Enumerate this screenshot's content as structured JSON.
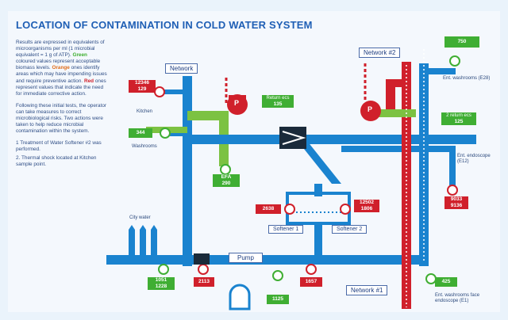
{
  "title": "LOCATION OF CONTAMINATION IN COLD WATER SYSTEM",
  "description": {
    "p1_a": "Results are expressed in equivalents of microorganisms per ml (1 microbial equivalent = 1 g of ATP).",
    "p1_green": "Green",
    "p1_b": "coloured values represent acceptable biomass levels.",
    "p1_orange": "Orange",
    "p1_c": "ones identify areas which may have impending issues and require preventive action.",
    "p1_red": "Red",
    "p1_d": "ones represent values that indicate the need for immediate corrective action.",
    "p2": "Following these initial tests, the operator can take measures to correct microbiological risks. Two actions were taken to help reduce microbial contamination within the system.",
    "p3_1": "1 Treatment of Water Softener #2 was performed.",
    "p3_2": "2. Thermal shock located at Kitchen sample point."
  },
  "networks": {
    "network": "Network",
    "network2": "Network #2",
    "network1": "Network #1"
  },
  "labels": {
    "kitchen": "Kitchen",
    "washrooms": "Washrooms",
    "city_water": "City water",
    "pump": "Pump",
    "softener1": "Softener 1",
    "softener2": "Softener 2",
    "ent_washrooms_e28": "Ent. washrooms (E28)",
    "ent_endoscope": "Ent. endoscope (E12)",
    "ent_washrooms_face": "Ent. washrooms face endoscope (E1)",
    "return_ecs_1": "Return ecs",
    "return_ecs_2": "2 return ecs",
    "pump_symbol": "P"
  },
  "values": {
    "kitchen_1": "12346",
    "kitchen_2": "129",
    "washrooms": "344",
    "return_ecs_1": "135",
    "return_ecs_2": "125",
    "efa_label": "EFA",
    "efa_value": "290",
    "v750": "750",
    "endoscope_1": "9033",
    "endoscope_2": "9136",
    "soft1": "2638",
    "soft2_1": "12502",
    "soft2_2": "1806",
    "city_1": "1051",
    "city_2": "1228",
    "v2113": "2113",
    "v1125": "1125",
    "v1657": "1657",
    "v425": "425"
  },
  "colors": {
    "blue": "#1a83cf",
    "green": "#7cc242",
    "red": "#d0202b",
    "navy": "#1f5fb5"
  }
}
